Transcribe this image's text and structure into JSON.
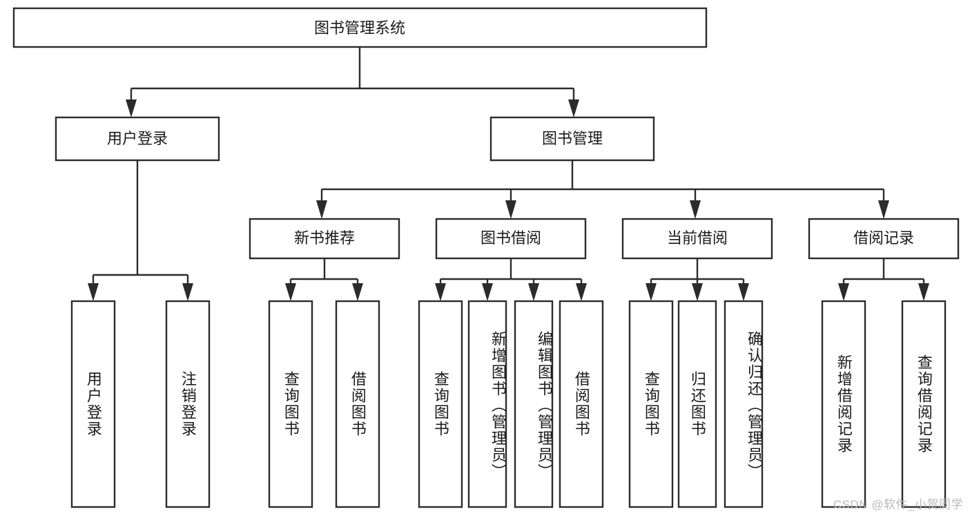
{
  "diagram": {
    "title": "图书管理系统",
    "type": "tree",
    "orientation": "top-down",
    "colors": {
      "box_stroke": "#2b2b2b",
      "box_fill": "#ffffff",
      "text": "#1a1a1a",
      "connector": "#2b2b2b",
      "background": "#ffffff",
      "watermark": "#b9b9b9"
    },
    "root": {
      "label": "图书管理系统",
      "name": "node-book-management-system"
    },
    "level2": [
      {
        "label": "用户登录",
        "name": "node-user-login"
      },
      {
        "label": "图书管理",
        "name": "node-book-management"
      }
    ],
    "level3": [
      {
        "label": "新书推荐",
        "name": "node-new-book-recommend"
      },
      {
        "label": "图书借阅",
        "name": "node-book-borrow"
      },
      {
        "label": "当前借阅",
        "name": "node-current-borrow"
      },
      {
        "label": "借阅记录",
        "name": "node-borrow-record"
      }
    ],
    "leaves": [
      {
        "label": "用户登录",
        "name": "leaf-user-login",
        "parent": "用户登录"
      },
      {
        "label": "注销登录",
        "name": "leaf-logout",
        "parent": "用户登录"
      },
      {
        "label": "查询图书",
        "name": "leaf-query-book-recommend",
        "parent": "新书推荐"
      },
      {
        "label": "借阅图书",
        "name": "leaf-borrow-book-recommend",
        "parent": "新书推荐"
      },
      {
        "label": "查询图书",
        "name": "leaf-query-book-borrow",
        "parent": "图书借阅"
      },
      {
        "label": "新增图书（管理员）",
        "name": "leaf-add-book-admin",
        "parent": "图书借阅"
      },
      {
        "label": "编辑图书（管理员）",
        "name": "leaf-edit-book-admin",
        "parent": "图书借阅"
      },
      {
        "label": "借阅图书",
        "name": "leaf-borrow-book",
        "parent": "图书借阅"
      },
      {
        "label": "查询图书",
        "name": "leaf-query-book-current",
        "parent": "当前借阅"
      },
      {
        "label": "归还图书",
        "name": "leaf-return-book",
        "parent": "当前借阅"
      },
      {
        "label": "确认归还（管理员）",
        "name": "leaf-confirm-return-admin",
        "parent": "当前借阅"
      },
      {
        "label": "新增借阅记录",
        "name": "leaf-add-borrow-record",
        "parent": "借阅记录"
      },
      {
        "label": "查询借阅记录",
        "name": "leaf-query-borrow-record",
        "parent": "借阅记录"
      }
    ],
    "watermark": "CSDN @软件_小贺同学"
  }
}
